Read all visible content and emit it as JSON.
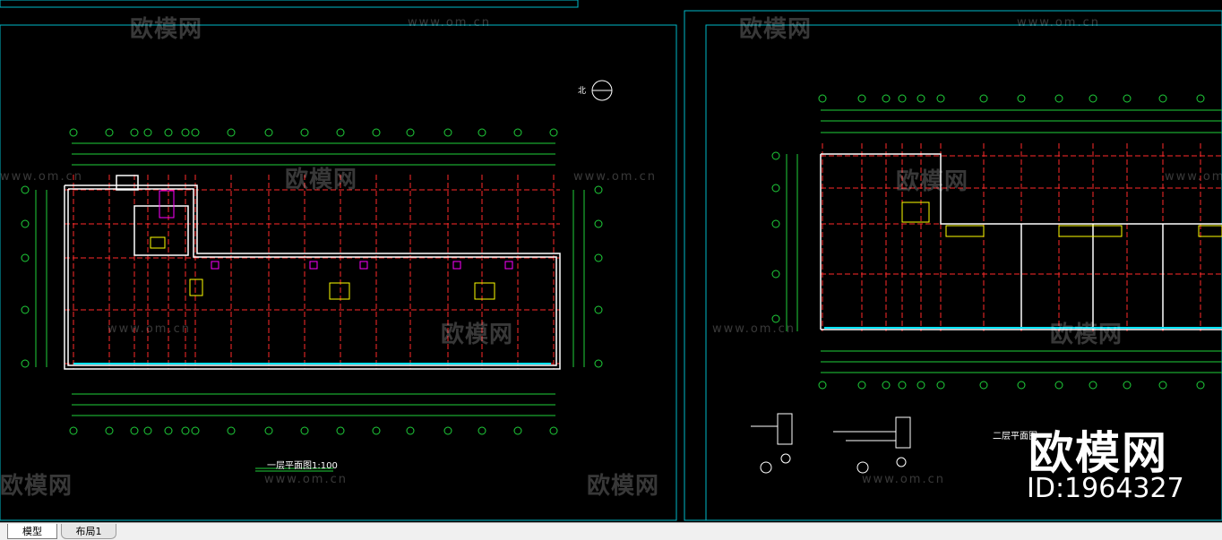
{
  "tabs": {
    "model": "模型",
    "layout1": "布局1"
  },
  "drawing": {
    "plan1_title": "一层平面图1:100",
    "plan2_title": "二层平面图",
    "north_label": "北"
  },
  "watermark": {
    "brand": "欧模网",
    "url": "www.om.cn",
    "id": "ID:1964327"
  },
  "colors": {
    "background": "#000000",
    "frame": "#00b8c8",
    "dimension": "#1fcf3a",
    "grid": "#ff2a2a",
    "wall": "#ffffff",
    "window": "#00e5ff",
    "stair": "#ffff00",
    "fixture": "#ff00ff"
  }
}
